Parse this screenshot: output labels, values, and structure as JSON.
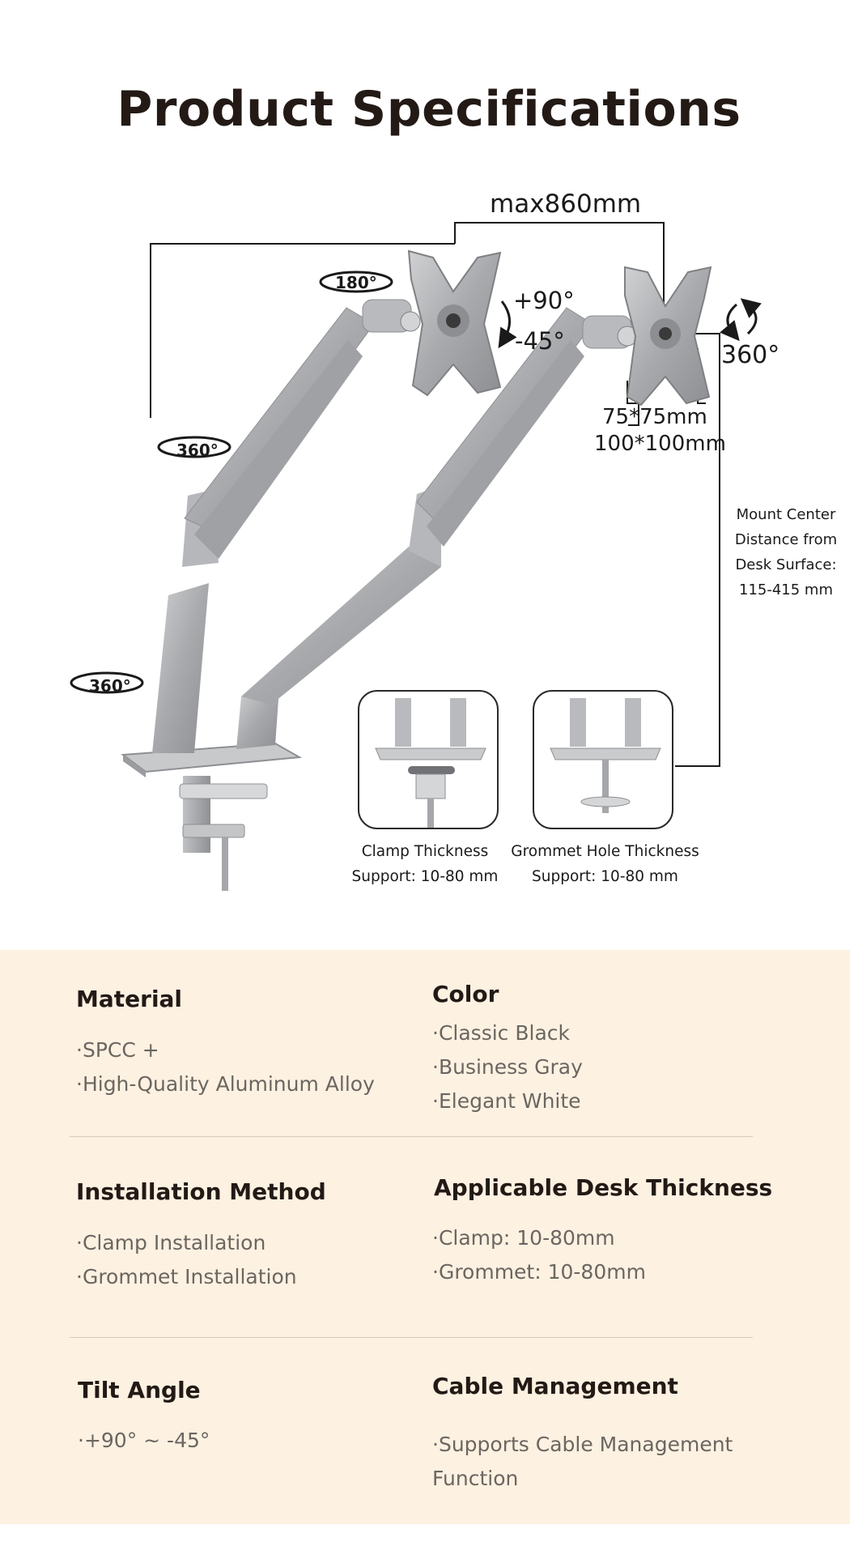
{
  "header": {
    "title": "Product Specifications"
  },
  "diagram": {
    "max_reach": "max860mm",
    "tilt_up": "+90°",
    "tilt_down": "-45°",
    "rotation_right": "360°",
    "vesa_small": "75*75mm",
    "vesa_large": "100*100mm",
    "swivel_top": "180°",
    "swivel_mid": "360°",
    "swivel_base": "360°",
    "mount_center": [
      "Mount Center",
      "Distance from",
      "Desk Surface:",
      "115-415 mm"
    ],
    "clamp_caption": [
      "Clamp Thickness",
      "Support: 10-80 mm"
    ],
    "grommet_caption": [
      "Grommet Hole Thickness",
      "Support: 10-80 mm"
    ]
  },
  "specs": {
    "material": {
      "title": "Material",
      "items": [
        "·SPCC +",
        "·High-Quality Aluminum Alloy"
      ]
    },
    "color": {
      "title": "Color",
      "items": [
        "·Classic Black",
        "·Business Gray",
        "·Elegant White"
      ]
    },
    "installation": {
      "title": "Installation Method",
      "items": [
        "·Clamp Installation",
        "·Grommet Installation"
      ]
    },
    "desk_thickness": {
      "title": "Applicable Desk Thickness",
      "items": [
        "·Clamp: 10-80mm",
        "·Grommet: 10-80mm"
      ]
    },
    "tilt": {
      "title": "Tilt Angle",
      "items": [
        "·+90° ~ -45°"
      ]
    },
    "cable": {
      "title": "Cable Management",
      "items": [
        "·Supports Cable Management Function"
      ]
    }
  },
  "colors": {
    "panel_bg": "#fdf1e1",
    "metal": "#a9abae",
    "title": "#231a16",
    "item_text": "#6b6661"
  }
}
